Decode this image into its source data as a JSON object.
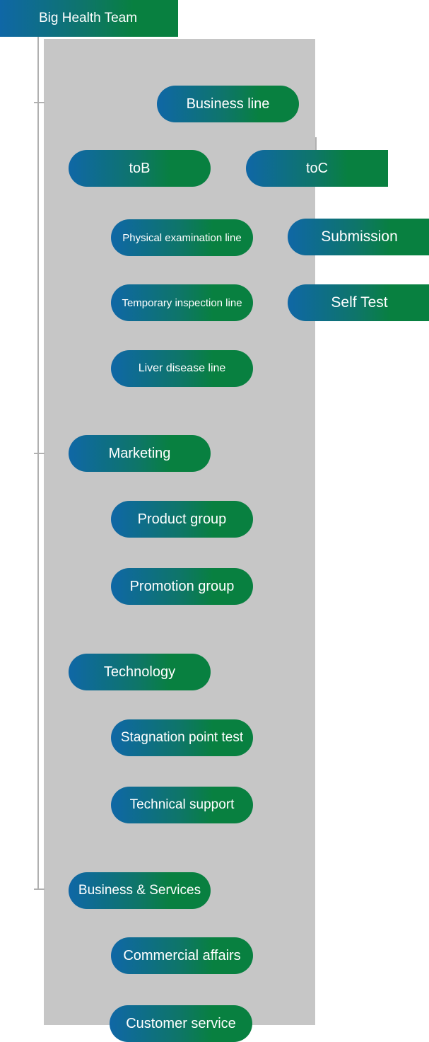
{
  "diagram": {
    "root_label": "Big Health Team",
    "nodes": {
      "business_line": {
        "label": "Business line"
      },
      "tob": {
        "label": "toB"
      },
      "toc": {
        "label": "toC"
      },
      "physical_examination_line": {
        "label": "Physical examination line"
      },
      "submission": {
        "label": "Submission"
      },
      "temporary_inspection_line": {
        "label": "Temporary inspection line"
      },
      "self_test": {
        "label": "Self Test"
      },
      "liver_disease_line": {
        "label": "Liver disease line"
      },
      "marketing": {
        "label": "Marketing"
      },
      "product_group": {
        "label": "Product group"
      },
      "promotion_group": {
        "label": "Promotion group"
      },
      "technology": {
        "label": "Technology"
      },
      "stagnation_point_test": {
        "label": "Stagnation point test"
      },
      "technical_support": {
        "label": "Technical support"
      },
      "business_services": {
        "label": "Business & Services"
      },
      "commercial_affairs": {
        "label": "Commercial affairs"
      },
      "customer_service": {
        "label": "Customer service"
      }
    },
    "colors": {
      "gradient_blue": "#0f67a6",
      "gradient_teal": "#0e7569",
      "gradient_green": "#088040",
      "panel_gray": "#c6c6c6",
      "connector_gray": "#b0b0b0",
      "node_text": "#ffffff"
    }
  }
}
